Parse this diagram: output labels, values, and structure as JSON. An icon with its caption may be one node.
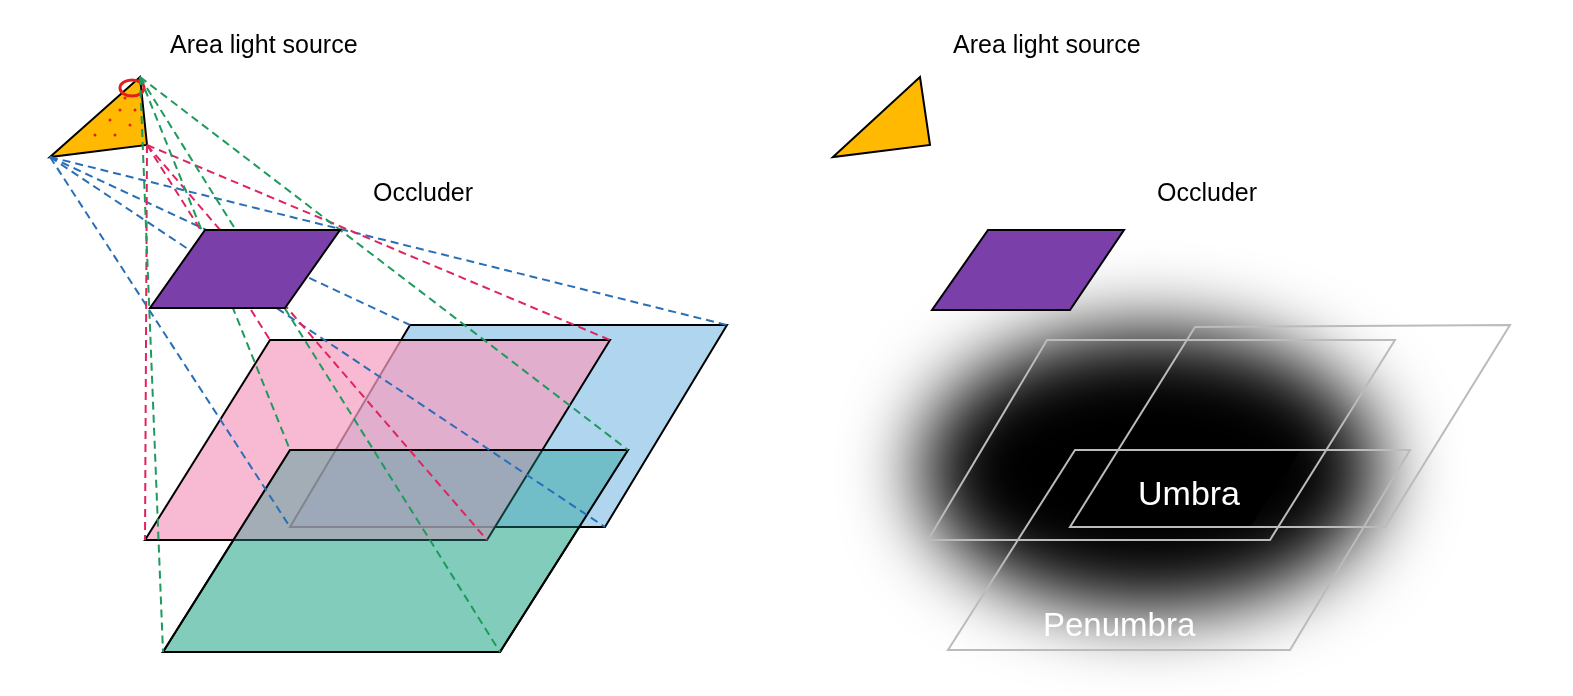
{
  "diagram": {
    "labels": [
      "Area light source",
      "Occluder",
      "Area light source",
      "Occluder",
      "Umbra",
      "Penumbra"
    ]
  }
}
